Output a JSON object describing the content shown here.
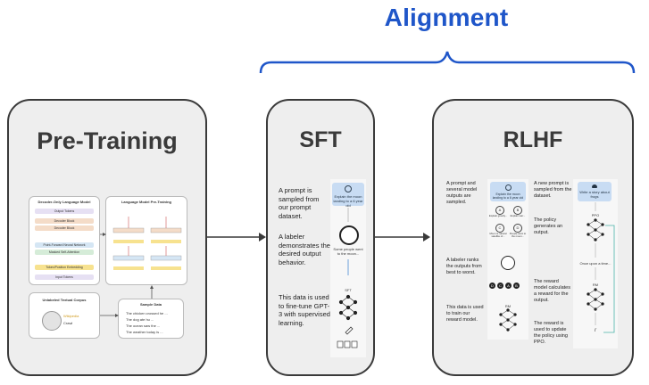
{
  "header": {
    "alignment_label": "Alignment"
  },
  "pretraining": {
    "title": "Pre-Training",
    "decoder_card_title": "Decoder-Only Language Model",
    "decoder_layers": [
      "Output Tokens",
      "Decoder Block",
      "Decoder Block",
      "Point-Forward Neural Network",
      "Masked Self-Attention",
      "Token/Position Embedding",
      "Input Tokens"
    ],
    "lm_card_title": "Language Model Pre-Training",
    "corpus_title": "Unlabeled Textual Corpus",
    "corpus_logo_text": "Wikipedia",
    "corpus_logo_sub": "Crawl",
    "sample_title": "Sample Data",
    "sample_lines": [
      "The chicken crossed he ...",
      "The dog ate hu ...",
      "The ocean saw the ...",
      "The weather today is ..."
    ]
  },
  "sft": {
    "title": "SFT",
    "steps": [
      "A prompt is sampled from our prompt dataset.",
      "A labeler demonstrates the desired output behavior.",
      "This data is used to fine-tune GPT-3 with supervised learning."
    ],
    "prompt_text": "Explain the moon landing to a 6 year old",
    "answer_text": "Some people went to the moon...",
    "model_label": "SFT"
  },
  "rlhf": {
    "title": "RLHF",
    "left_steps": [
      "A prompt and several model outputs are sampled.",
      "A labeler ranks the outputs from best to worst.",
      "This data is used to train our reward model."
    ],
    "right_steps": [
      "A new prompt is sampled from the dataset.",
      "The policy generates an output.",
      "The reward model calculates a reward for the output.",
      "The reward is used to update the policy using PPO."
    ],
    "rank_prompt": "Explain the moon landing to a 6 year old",
    "options": [
      "Explain gravity...",
      "Explain war...",
      "Moon is natural satellite of...",
      "People went to the moon..."
    ],
    "option_letters": [
      "A",
      "B",
      "C",
      "D"
    ],
    "rank_letters": [
      "D",
      "C",
      "A",
      "B"
    ],
    "rm_label": "RM",
    "new_prompt": "Write a story about frogs",
    "policy_label": "PPO",
    "output_text": "Once upon a time...",
    "reward_label": "r",
    "rm_label2": "RM"
  }
}
